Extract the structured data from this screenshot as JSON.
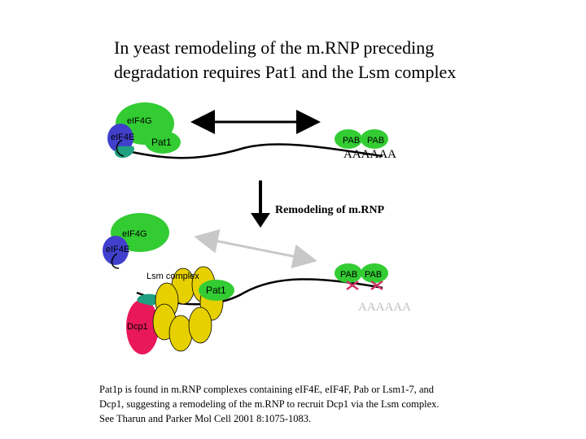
{
  "title": {
    "line1": "In yeast remodeling of the m.RNP preceding",
    "line2": "degradation requires Pat1 and the Lsm complex"
  },
  "top_panel": {
    "eif4g": "eIF4G",
    "eif4e": "eIF4E",
    "pat1": "Pat1",
    "pab1": "PAB",
    "pab2": "PAB",
    "polya": "AAAAAA"
  },
  "transition_label": "Remodeling of m.RNP",
  "bottom_panel": {
    "eif4g": "eIF4G",
    "eif4e": "eIF4E",
    "lsm": "Lsm complex",
    "pat1": "Pat1",
    "pab1": "PAB",
    "pab2": "PAB",
    "polya": "AAAAAA",
    "dcp1": "Dcp1"
  },
  "caption": {
    "line1": "Pat1p is found in m.RNP complexes containing eIF4E, eIF4F, Pab or Lsm1-7, and",
    "line2": "Dcp1, suggesting a remodeling of the m.RNP to recruit Dcp1 via the Lsm complex.",
    "line3": "See Tharun and Parker Mol Cell 2001 8:1075-1083."
  },
  "colors": {
    "eif4g": "#33cc33",
    "eif4e": "#4040cc",
    "pat1": "#33cc33",
    "pab": "#33cc33",
    "lsm": "#e6d000",
    "dcp1": "#e8185a",
    "cap": "#20a080",
    "grey_arrow": "#c8c8c8",
    "cross": "#cc3366"
  }
}
